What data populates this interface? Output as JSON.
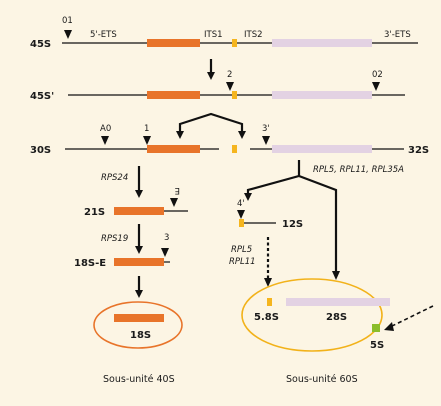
{
  "colors": {
    "background": "#fcf5e4",
    "line": "#111111",
    "orange": "#e8742a",
    "yellow": "#f5b51e",
    "lavender": "#e3d2e3",
    "green": "#8bbd2a",
    "ellipse_40s": "#e8742a",
    "ellipse_60s": "#f2b21a"
  },
  "rows": {
    "r45S": "45S",
    "r45Sp": "45S'",
    "r30S": "30S",
    "r32S": "32S",
    "r21S": "21S",
    "r18SE": "18S-E",
    "r12S": "12S"
  },
  "regions": {
    "ets5": "5'-ETS",
    "its1": "ITS1",
    "its2": "ITS2",
    "ets3": "3'-ETS"
  },
  "sites": {
    "s01": "01",
    "s2": "2",
    "s02": "02",
    "sA0": "A0",
    "s1": "1",
    "s3p": "3'",
    "sE": "E",
    "s3": "3",
    "s4p": "4'"
  },
  "proteins": {
    "rps24": "RPS24",
    "rps19": "RPS19",
    "rpl_32s": "RPL5, RPL11, RPL35A",
    "rpl5": "RPL5",
    "rpl11": "RPL11"
  },
  "products": {
    "p18S": "18S",
    "p58S": "5.8S",
    "p28S": "28S",
    "p5S": "5S"
  },
  "captions": {
    "sub40": "Sous-unité 40S",
    "sub60": "Sous-unité 60S"
  }
}
